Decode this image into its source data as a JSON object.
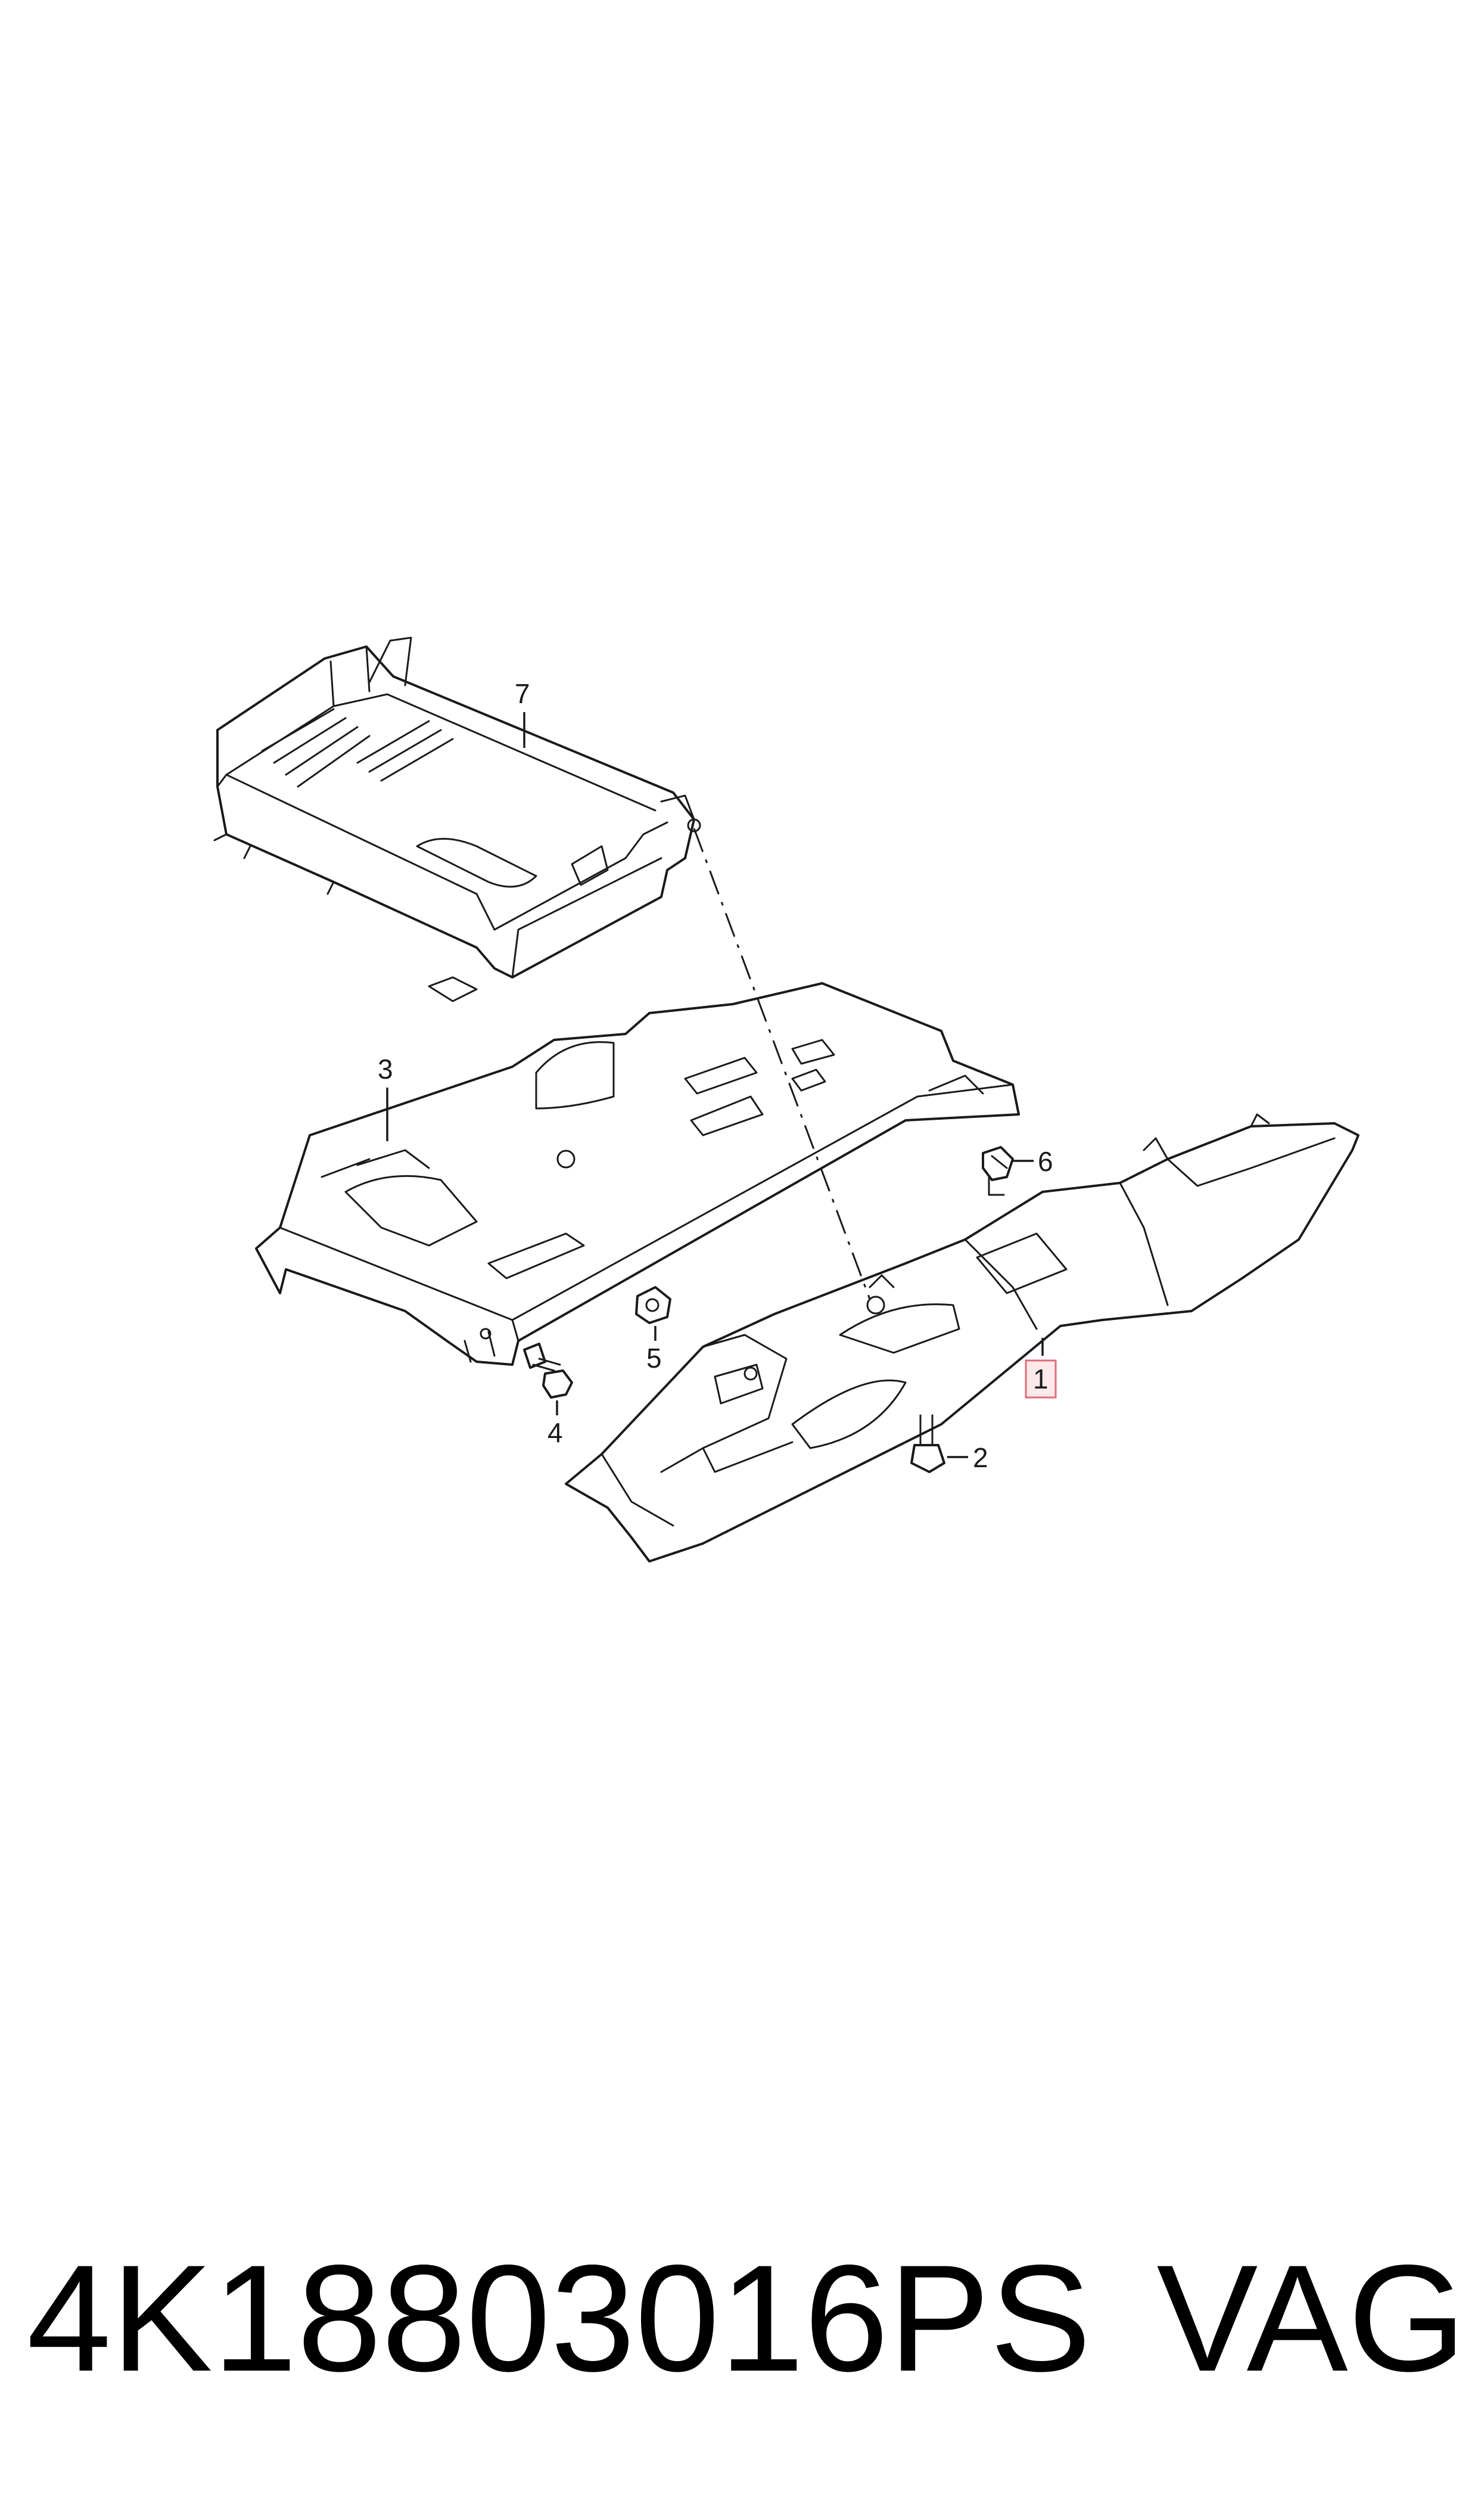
{
  "callouts": {
    "part_1": "1",
    "part_2": "2",
    "part_3": "3",
    "part_4": "4",
    "part_5": "5",
    "part_6": "6",
    "part_7": "7"
  },
  "highlight_color": "#e06c7a",
  "footer": {
    "part_number": "4K18803016PS",
    "brand": "VAG"
  }
}
